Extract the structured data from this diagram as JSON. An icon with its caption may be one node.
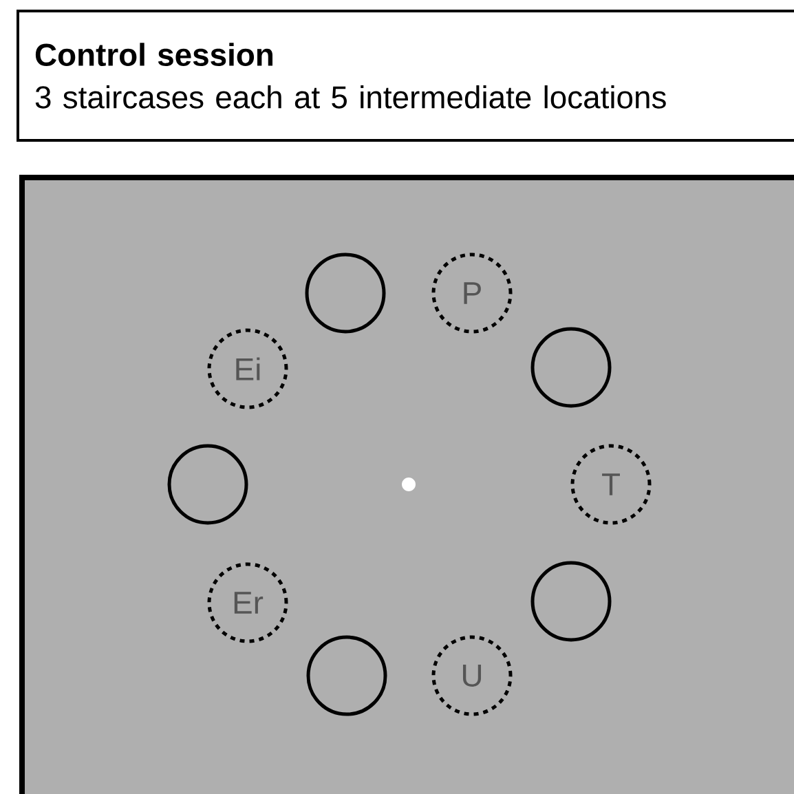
{
  "diagram": {
    "nodes": [
      {
        "text": [
          "Control session",
          "3 staircases each at 5 intermediate locations"
        ]
      },
      {
        "text": [],
        "shape": "box"
      },
      {
        "text": [],
        "shape": "circle",
        "in": 1
      },
      {
        "text": [
          "P"
        ],
        "in": 1
      },
      {
        "text": [
          "Ei"
        ],
        "in": 1
      },
      {
        "text": [],
        "shape": "circle",
        "in": 1
      },
      {
        "text": [],
        "shape": "circle",
        "in": 1
      },
      {
        "text": [
          "T"
        ],
        "in": 1
      },
      {
        "text": [
          "Er"
        ],
        "in": 1
      },
      {
        "text": [],
        "shape": "circle",
        "in": 1
      },
      {
        "text": [],
        "shape": "circle",
        "in": 1
      },
      {
        "text": [
          "U"
        ],
        "in": 1
      }
    ]
  }
}
